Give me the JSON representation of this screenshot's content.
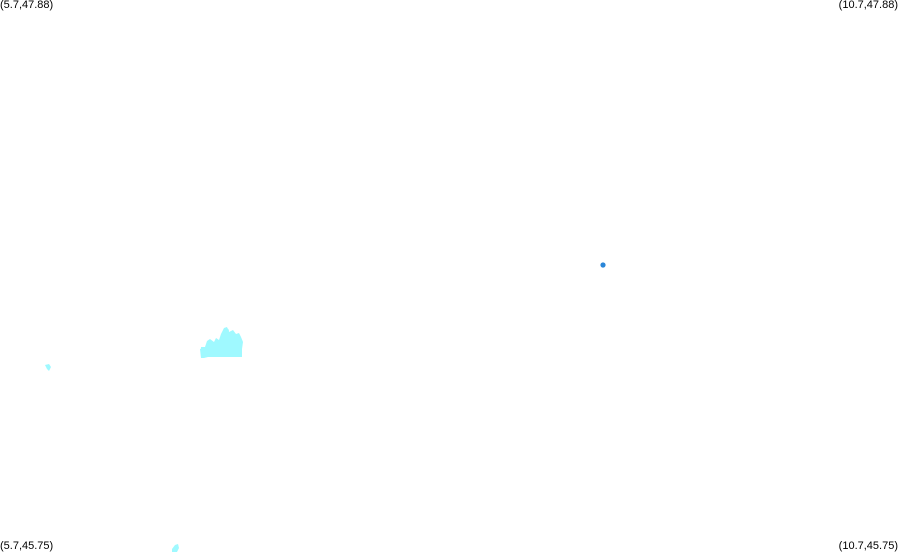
{
  "corners": {
    "top_left": "(5.7,47.88)",
    "top_right": "(10.7,47.88)",
    "bottom_left": "(5.7,45.75)",
    "bottom_right": "(10.7,45.75)"
  },
  "colors": {
    "background": "#ffffff",
    "light_cyan": "#9ff9ff",
    "blue": "#2a86d8"
  }
}
